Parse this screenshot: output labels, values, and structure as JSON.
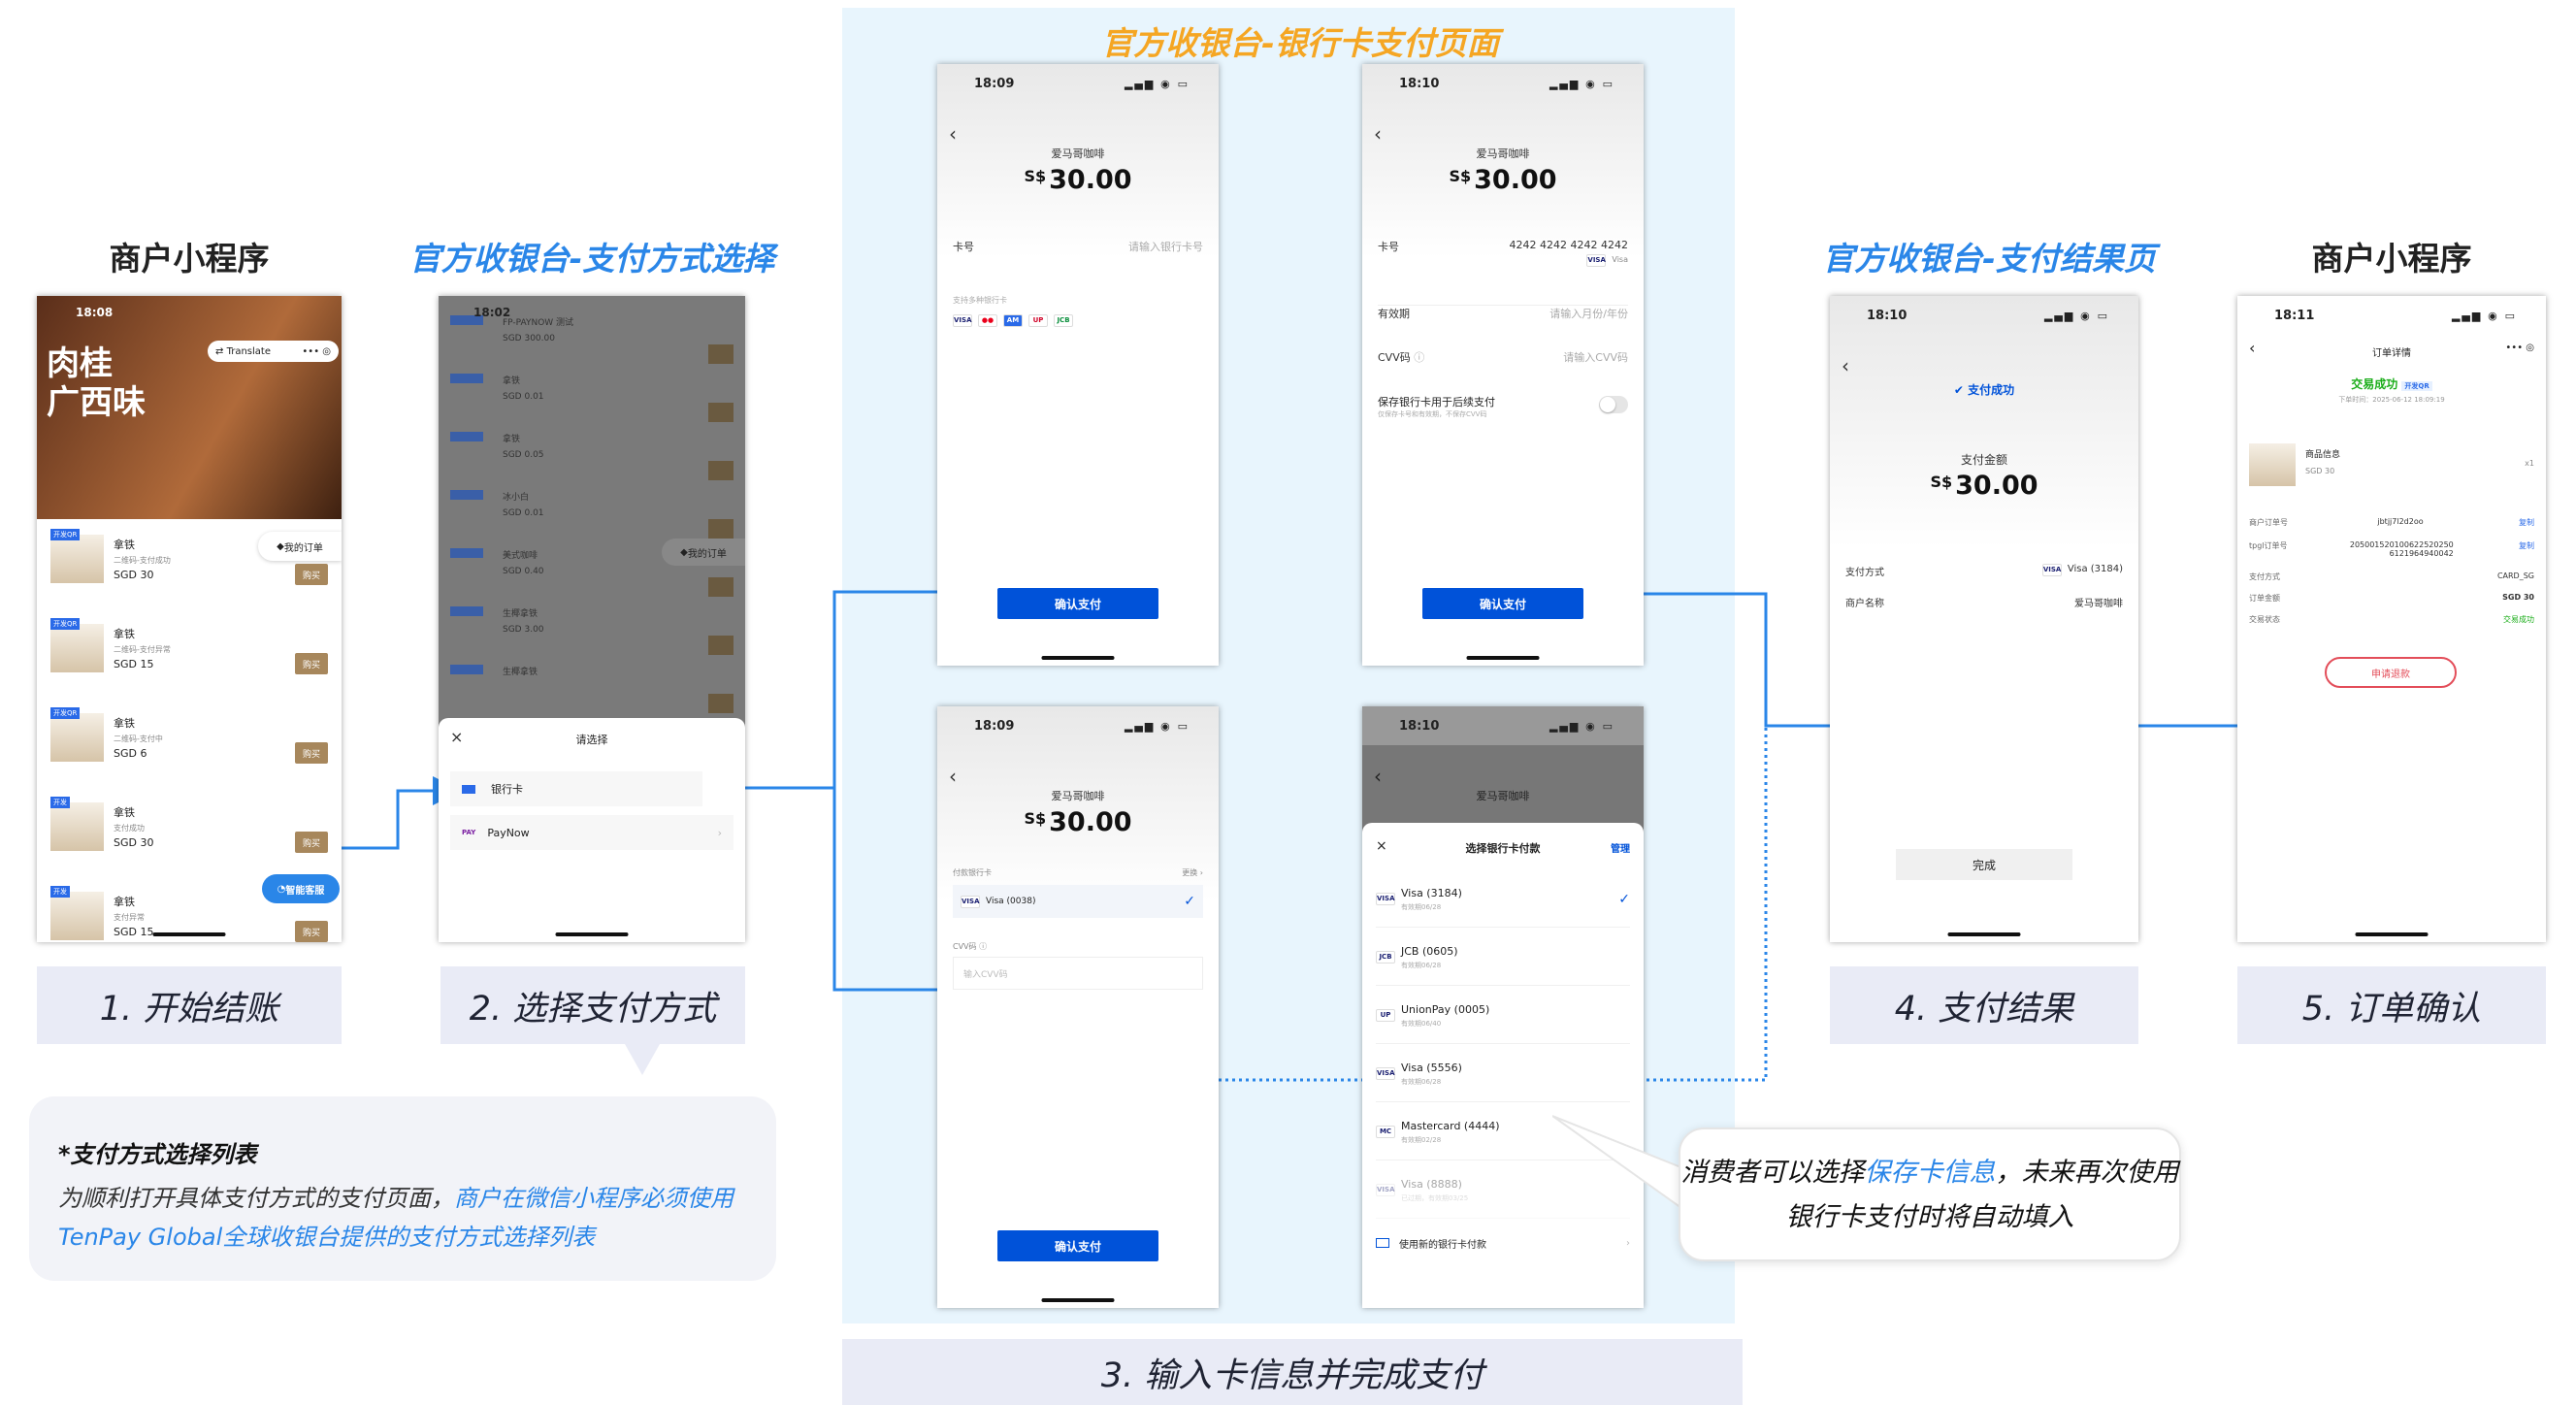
{
  "colors": {
    "accent_blue": "#2a86e8",
    "brand_blue": "#0052d9",
    "orange": "#f5a623",
    "step_bg": "#e9ebf6",
    "section_bg": "#e8f5fd"
  },
  "headings": {
    "merchant_left": "商户小程序",
    "select_method": "官方收银台-支付方式选择",
    "card_page": "官方收银台-银行卡支付页面",
    "result_page": "官方收银台-支付结果页",
    "merchant_right": "商户小程序"
  },
  "steps": [
    "1. 开始结账",
    "2. 选择支付方式",
    "3. 输入卡信息并完成支付",
    "4. 支付结果",
    "5. 订单确认"
  ],
  "note": {
    "title": "*支付方式选择列表",
    "body_prefix": "为顺利打开具体支付方式的支付页面，",
    "body_highlight": "商户在微信小程序必须使用TenPay Global全球收银台提供的支付方式选择列表"
  },
  "bubble": {
    "prefix": "消费者可以选择",
    "highlight": "保存卡信息",
    "suffix": "，未来再次使用银行卡支付时将自动填入"
  },
  "phone1": {
    "time": "18:08",
    "banner_text_1": "肉桂",
    "banner_text_2": "广西味",
    "translate": "Translate",
    "my_orders": "我的订单",
    "smart_service": "智能客服",
    "buy": "购买",
    "items": [
      {
        "tag": "开发QR",
        "name": "拿铁",
        "desc": "二维码-支付成功",
        "price": "SGD 30"
      },
      {
        "tag": "开发QR",
        "name": "拿铁",
        "desc": "二维码-支付异常",
        "price": "SGD 15"
      },
      {
        "tag": "开发QR",
        "name": "拿铁",
        "desc": "二维码-支付中",
        "price": "SGD 6"
      },
      {
        "tag": "开发",
        "name": "拿铁",
        "desc": "支付成功",
        "price": "SGD 30"
      },
      {
        "tag": "开发",
        "name": "拿铁",
        "desc": "支付异常",
        "price": "SGD 15"
      }
    ]
  },
  "phone2": {
    "time": "18:02",
    "my_orders": "我的订单",
    "sheet_title": "请选择",
    "close": "×",
    "options": [
      {
        "label": "银行卡",
        "icon": "card-icon"
      },
      {
        "label": "PayNow",
        "icon": "paynow-icon"
      }
    ],
    "bg_items": [
      {
        "name": "FP-PAYNOW 测试",
        "price": "SGD 300.00"
      },
      {
        "name": "拿铁",
        "price": "SGD 0.01"
      },
      {
        "name": "拿铁",
        "price": "SGD 0.05"
      },
      {
        "name": "冰小白",
        "price": "SGD 0.01"
      },
      {
        "name": "美式咖啡",
        "price": "SGD 0.40"
      },
      {
        "name": "生椰拿铁",
        "price": "SGD 3.00"
      },
      {
        "name": "生椰拿铁",
        "price": ""
      }
    ]
  },
  "card_a": {
    "time": "18:09",
    "merchant": "爱马哥咖啡",
    "currency": "S$",
    "amount": "30.00",
    "card_no_label": "卡号",
    "card_no_placeholder": "请输入银行卡号",
    "supported": "支持多种银行卡",
    "confirm": "确认支付"
  },
  "card_b": {
    "time": "18:10",
    "merchant": "爱马哥咖啡",
    "currency": "S$",
    "amount": "30.00",
    "card_no_label": "卡号",
    "card_no_value": "4242 4242 4242 4242",
    "visa": "Visa",
    "expiry_label": "有效期",
    "expiry_placeholder": "请输入月份/年份",
    "cvv_label": "CVV码",
    "cvv_placeholder": "请输入CVV码",
    "save_label": "保存银行卡用于后续支付",
    "save_sub": "仅保存卡号和有效期，不保存CVV码",
    "confirm": "确认支付"
  },
  "card_c": {
    "time": "18:09",
    "merchant": "爱马哥咖啡",
    "currency": "S$",
    "amount": "30.00",
    "pay_card_label": "付款银行卡",
    "change": "更换",
    "selected_card": "Visa (0038)",
    "cvv_label": "CVV码",
    "cvv_placeholder": "输入CVV码",
    "confirm": "确认支付"
  },
  "card_d": {
    "time": "18:10",
    "merchant": "爱马哥咖啡",
    "sheet_title": "选择银行卡付款",
    "manage": "管理",
    "cards": [
      {
        "name": "Visa (3184)",
        "exp": "有效期06/28",
        "logo": "VISA"
      },
      {
        "name": "JCB (0605)",
        "exp": "有效期06/28",
        "logo": "JCB"
      },
      {
        "name": "UnionPay (0005)",
        "exp": "有效期06/40",
        "logo": "UP"
      },
      {
        "name": "Visa (5556)",
        "exp": "有效期06/28",
        "logo": "VISA"
      },
      {
        "name": "Mastercard (4444)",
        "exp": "有效期02/28",
        "logo": "MC"
      },
      {
        "name": "Visa (8888)",
        "exp": "已过期，有效期03/25",
        "logo": "VISA"
      }
    ],
    "new_card": "使用新的银行卡付款"
  },
  "result": {
    "time": "18:10",
    "status": "支付成功",
    "amount_label": "支付金额",
    "currency": "S$",
    "amount": "30.00",
    "method_label": "支付方式",
    "method_value": "Visa (3184)",
    "merchant_label": "商户名称",
    "merchant_value": "爱马哥咖啡",
    "done": "完成"
  },
  "order": {
    "time": "18:11",
    "title": "订单详情",
    "status": "交易成功",
    "status_tag": "开发QR",
    "order_time": "下单时间：2025-06-12 18:09:19",
    "product": "商品信息",
    "product_price": "SGD 30",
    "qty": "x1",
    "rows": [
      {
        "label": "商户订单号",
        "value": "jbtjj7l2d2oo"
      },
      {
        "label": "tpgl订单号",
        "value": "2050015201006225202506121964940042"
      },
      {
        "label": "支付方式",
        "value": "CARD_SG"
      },
      {
        "label": "订单金额",
        "value": "SGD 30"
      },
      {
        "label": "交易状态",
        "value": "交易成功"
      }
    ],
    "copy": "复制",
    "refund": "申请退款"
  }
}
